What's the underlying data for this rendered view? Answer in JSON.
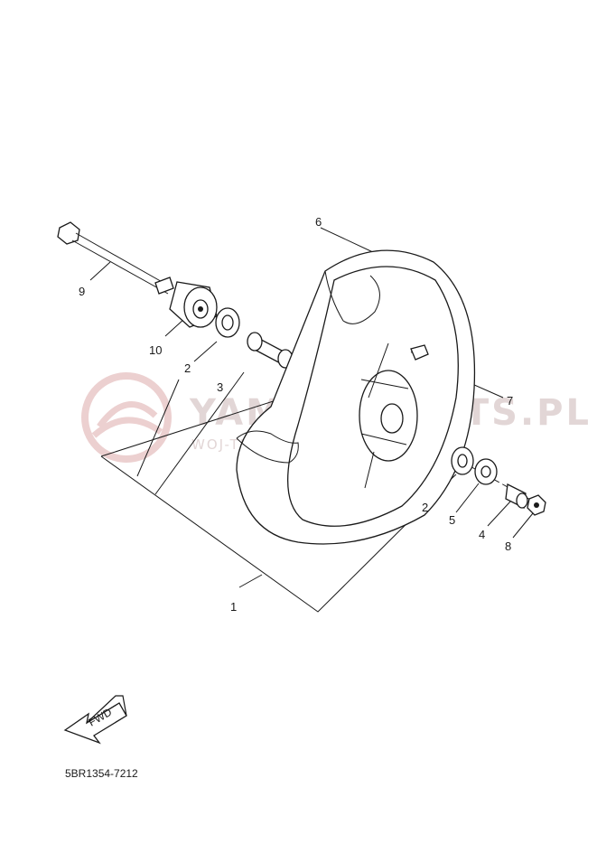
{
  "watermark": {
    "main": "YAMAHAPARTS.PL",
    "sub": "WOJ-TECH · MOTOCYKLE YAMAHA"
  },
  "callouts": {
    "c1": "1",
    "c2a": "2",
    "c2b": "2",
    "c3": "3",
    "c4": "4",
    "c5": "5",
    "c6": "6",
    "c7": "7",
    "c8": "8",
    "c9": "9",
    "c10": "10"
  },
  "fwd_label": "FWD",
  "diagram_code": "5BR1354-7212"
}
